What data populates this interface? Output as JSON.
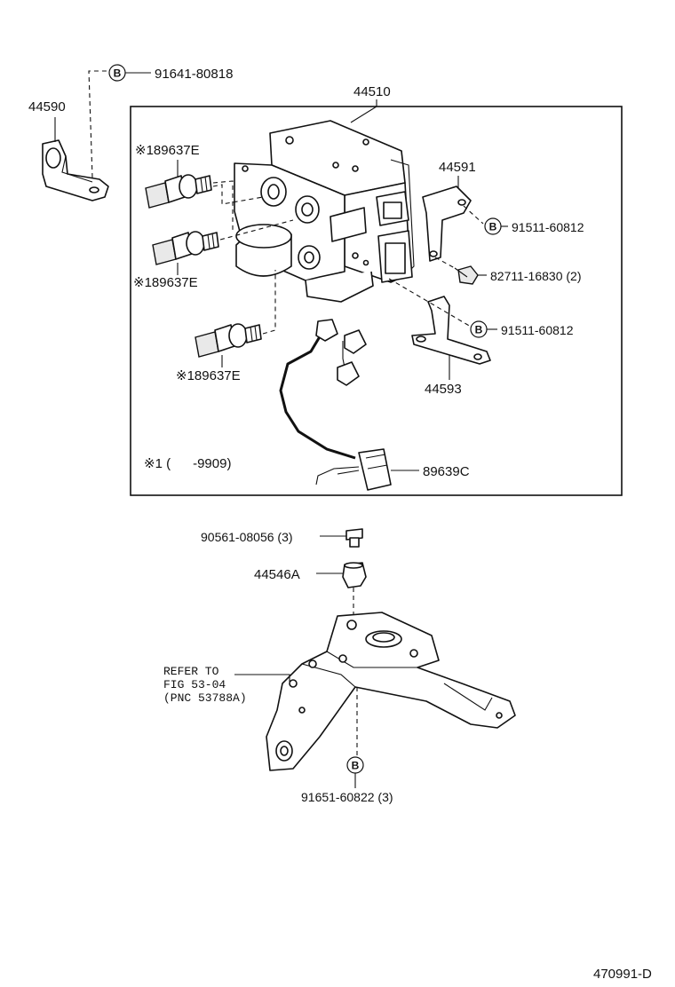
{
  "labels": {
    "p44590": "44590",
    "p91641": "91641-80818",
    "p44510": "44510",
    "p189637e_a": "※189637E",
    "p189637e_b": "※189637E",
    "p189637e_c": "※189637E",
    "p44591": "44591",
    "p91511_a": "91511-60812",
    "p82711": "82711-16830 (2)",
    "p91511_b": "91511-60812",
    "p44593": "44593",
    "p89639c": "89639C",
    "note": "※1 (      -9909)",
    "p90561": "90561-08056 (3)",
    "p44546a": "44546A",
    "refer_1": "REFER TO",
    "refer_2": "FIG 53-04",
    "refer_3": "(PNC 53788A)",
    "p91651": "91651-60822 (3)",
    "diagram_id": "470991-D"
  },
  "markers": {
    "bolt_marker": "B"
  },
  "icons": [
    "abs-actuator-icon",
    "pressure-sensor-icon",
    "bracket-icon",
    "wire-harness-icon",
    "bolt-icon",
    "cushion-icon",
    "mount-bracket-icon"
  ]
}
